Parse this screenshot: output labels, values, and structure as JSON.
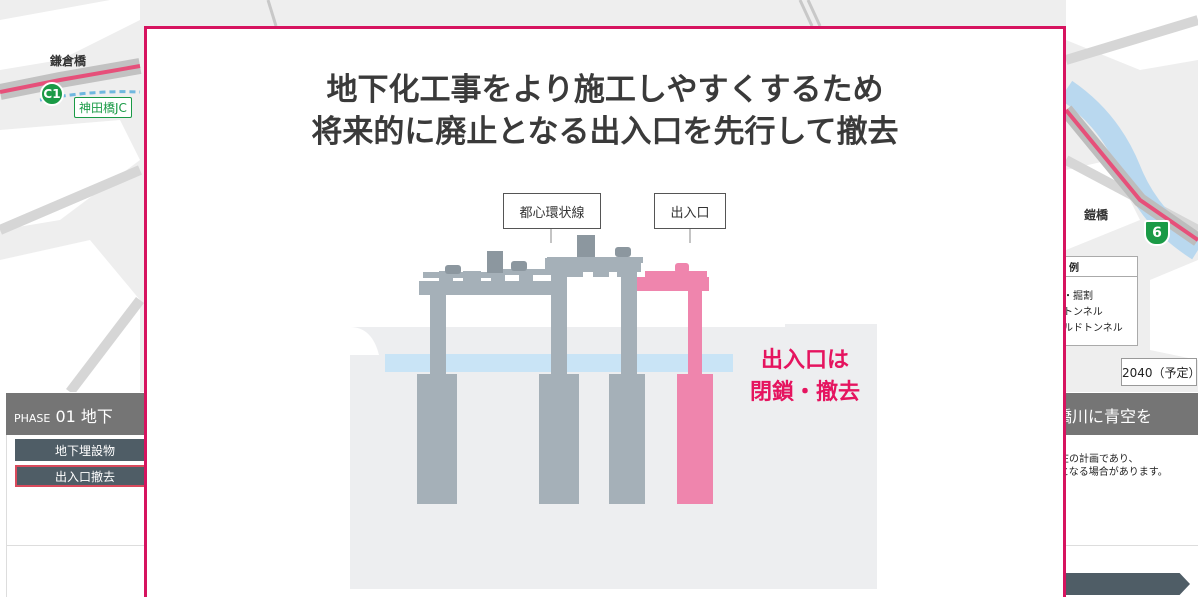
{
  "map": {
    "labels": {
      "kamakura": "鎌倉橋",
      "jct": "神田橋JC",
      "yoroi": "鎧橋"
    },
    "badges": {
      "c1": "C1",
      "six": "6"
    },
    "legend": {
      "header": "例",
      "items": [
        "・掘割",
        "トンネル",
        "ルドトンネル"
      ]
    },
    "year_callout": "2040（予定）",
    "colors": {
      "route_green": "#1a9a46",
      "river": "#b9d8ef",
      "highway_pink": "#e6507a"
    }
  },
  "phase": {
    "prefix": "PHASE",
    "number": "01",
    "title_partial": "地下",
    "right_title_partial": "橋川に青空を"
  },
  "steps": [
    "地下埋設物",
    "出入口撤去"
  ],
  "note": [
    "在の計画であり、",
    "となる場合があります。"
  ],
  "modal": {
    "title_line1": "地下化工事をより施工しやすくするため",
    "title_line2": "将来的に廃止となる出入口を先行して撤去",
    "tag_loop": "都心環状線",
    "tag_ramp": "出入口",
    "callout_line1": "出入口は",
    "callout_line2": "閉鎖・撤去",
    "colors": {
      "border": "#d6135f",
      "pillar": "#a5b0b8",
      "pink": "#ef85ad",
      "water": "#c9e4f6",
      "ground": "#edeef0"
    }
  }
}
